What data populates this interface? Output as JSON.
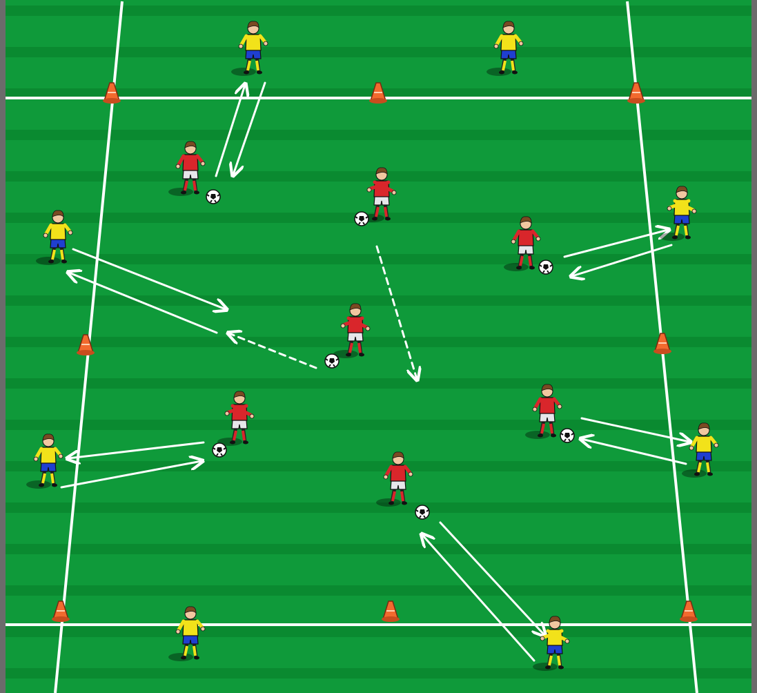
{
  "colors": {
    "frame": "#6b6b6b",
    "grass_light": "#0f9a3a",
    "grass_dark": "#0a8a30",
    "line": "#ffffff",
    "cone": "#f26a2e",
    "attacker_shirt": "#d9262b",
    "attacker_shorts": "#e6e6ea",
    "outside_shirt": "#f2e21a",
    "outside_shorts": "#1f3fd0",
    "ball": "#ffffff"
  },
  "legend": [],
  "diagram": {
    "cones": [
      "cone",
      "cone",
      "cone",
      "cone",
      "cone",
      "cone",
      "cone",
      "cone"
    ],
    "outside_players": [
      "yellow-player",
      "yellow-player",
      "yellow-player",
      "yellow-player",
      "yellow-player",
      "yellow-player",
      "yellow-player",
      "yellow-player"
    ],
    "inside_players": [
      "red-player",
      "red-player",
      "red-player",
      "red-player",
      "red-player",
      "red-player",
      "red-player"
    ],
    "arrows": {
      "pass": "solid",
      "dribble": "dashed"
    }
  }
}
